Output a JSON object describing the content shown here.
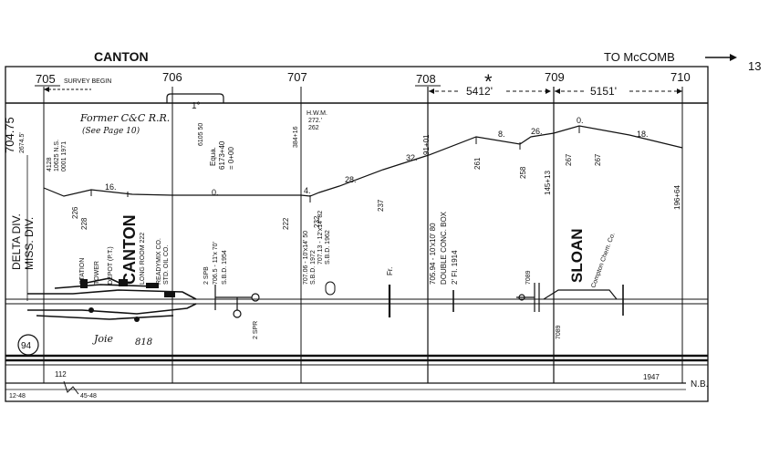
{
  "header": {
    "station": "CANTON",
    "direction": "TO McCOMB",
    "page_number": "13"
  },
  "mileposts": [
    "705",
    "706",
    "707",
    "708",
    "709",
    "710"
  ],
  "distances": {
    "d1": "5412'",
    "d2": "5151'"
  },
  "marker": "*",
  "left_margin": {
    "milepost": "704.75",
    "elev_note": "2674.5'",
    "delta_div": "DELTA DIV.",
    "miss_div": "MISS. DIV.",
    "track_no": "94"
  },
  "notes": {
    "survey": "SURVEY BEGIN",
    "former": "Former C&C R.R.",
    "former_ref": "(See Page 10)",
    "equa": "Equa.",
    "equa_val": "6173+40",
    "equa_val2": "= 0+00",
    "hwm": "H.W.M.",
    "hwm_val": "272.'",
    "hwm_val2": "262",
    "grade_1deg": "1°",
    "v_4128": "4128",
    "v_0001": "0001 1971",
    "v_10625": "10625 N.S.",
    "v_6105": "6105 50",
    "v_38416": "384+16",
    "v_9101": "91+01",
    "v_145": "145+13",
    "v_196": "196+64"
  },
  "profile": {
    "grades": [
      "16.",
      "0.",
      "4.",
      "28.",
      "32.",
      "8.",
      "26.",
      "0.",
      "18."
    ],
    "elevations": [
      "226",
      "228",
      "222",
      "232",
      "237",
      "261",
      "258",
      "267",
      "267"
    ]
  },
  "structures": {
    "canton": "CANTON",
    "sloan": "SLOAN",
    "compton": "Compton Chem. Co.",
    "double_box": "DOUBLE CONC. BOX",
    "box_spec": "2' FI. 1914",
    "box_loc": "705.94 - 10'x10' 80",
    "sbd1": "707.06 - 10'x14' 50",
    "sbd1b": "S.B.D. 1972",
    "sbd2": "707.13 - 12'x14' 82",
    "sbd2b": "S.B.D. 1962",
    "sbd3": "706.5 - 11'x 70'",
    "sbd3b": "S.B.D. 1954",
    "sbd3c": "2 SPB",
    "industry1": "READYMIX CO.",
    "industry2": "STD. OIL CO.",
    "industry3": "LONG ROOM 222",
    "industry4": "DEPOT (P.T.)",
    "industry5": "TOWER",
    "industry6": "STATION",
    "spur_a": "2 SPR",
    "fr": "Fr.",
    "v7089": "7089",
    "v7089b": "7089"
  },
  "script_notes": {
    "s1": "Joie",
    "s2": "818"
  },
  "bottom": {
    "v112": "112",
    "year": "1947",
    "nb": "N.B.",
    "f1": "12-48",
    "f2": "45-48"
  }
}
